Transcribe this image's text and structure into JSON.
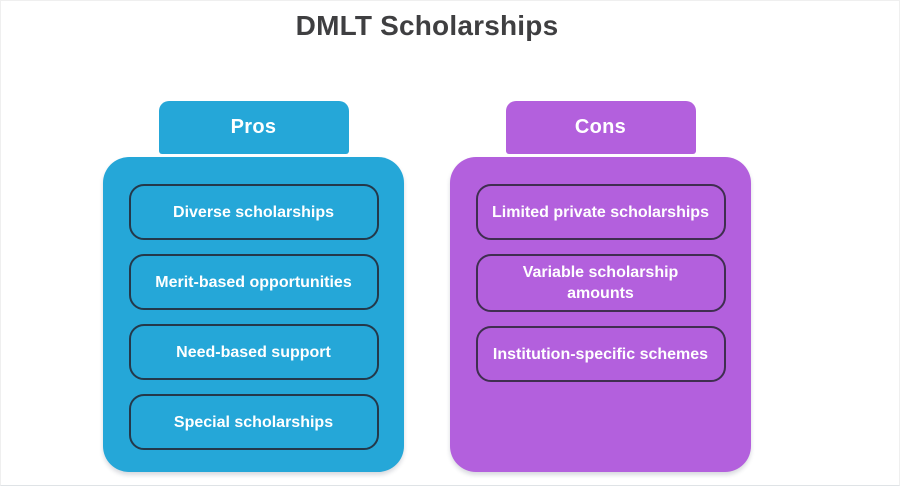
{
  "title": "DMLT Scholarships",
  "columns": {
    "pros": {
      "header": "Pros",
      "items": [
        "Diverse scholarships",
        "Merit-based opportunities",
        "Need-based support",
        "Special scholarships"
      ]
    },
    "cons": {
      "header": "Cons",
      "items": [
        "Limited private scholarships",
        "Variable scholarship\namounts",
        "Institution-specific schemes"
      ]
    }
  },
  "colors": {
    "pros_fill": "#25a7d8",
    "cons_fill": "#b360dd",
    "pros_item_border": "#24384a",
    "cons_item_border": "#3f2e50",
    "title_text": "#3f3f41",
    "label_text": "#ffffff"
  }
}
